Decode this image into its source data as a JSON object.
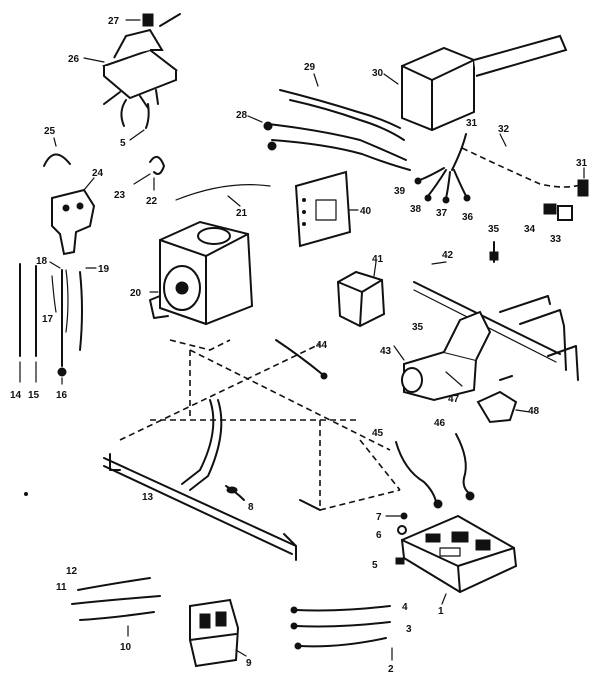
{
  "labels": {
    "l1": "1",
    "l2": "2",
    "l3": "3",
    "l4": "4",
    "l5a": "5",
    "l5b": "5",
    "l6": "6",
    "l7": "7",
    "l8": "8",
    "l9": "9",
    "l10": "10",
    "l11": "11",
    "l12": "12",
    "l13": "13",
    "l14": "14",
    "l15": "15",
    "l16": "16",
    "l17": "17",
    "l18": "18",
    "l19": "19",
    "l20": "20",
    "l21": "21",
    "l22": "22",
    "l23": "23",
    "l24": "24",
    "l25": "25",
    "l26": "26",
    "l27": "27",
    "l28": "28",
    "l29": "29",
    "l30": "30",
    "l31a": "31",
    "l31b": "31",
    "l32": "32",
    "l33": "33",
    "l34": "34",
    "l35a": "35",
    "l35b": "35",
    "l36": "36",
    "l37": "37",
    "l38": "38",
    "l39": "39",
    "l40": "40",
    "l41": "41",
    "l42": "42",
    "l43": "43",
    "l44": "44",
    "l45": "45",
    "l46": "46",
    "l47": "47",
    "l48": "48"
  },
  "colors": {
    "ink": "#111111",
    "paper": "#ffffff"
  }
}
